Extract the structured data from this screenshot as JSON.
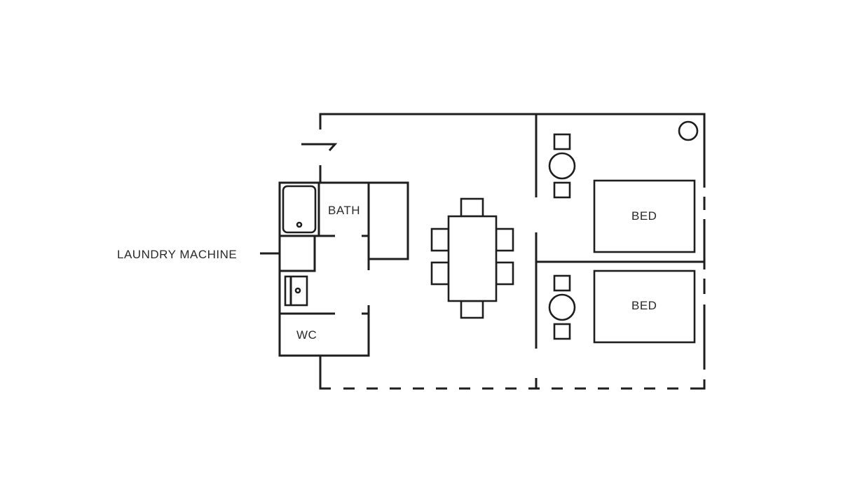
{
  "plan": {
    "labels": {
      "bath": "BATH",
      "wc": "WC",
      "bed_1": "BED",
      "bed_2": "BED",
      "laundry": "LAUNDRY MACHINE"
    },
    "colors": {
      "line": "#1e1e1e",
      "text": "#2a2a2a",
      "background": "#ffffff"
    },
    "rooms": [
      "entrance",
      "bath",
      "wc",
      "dining",
      "bedroom-1",
      "bedroom-2"
    ],
    "dining": {
      "table_count": 1,
      "chair_count": 6
    },
    "bedrooms": [
      {
        "label_ref": "bed_1",
        "nightstand": true,
        "stools": 2,
        "plant": true
      },
      {
        "label_ref": "bed_2",
        "nightstand": true,
        "stools": 2,
        "plant": false
      }
    ]
  }
}
